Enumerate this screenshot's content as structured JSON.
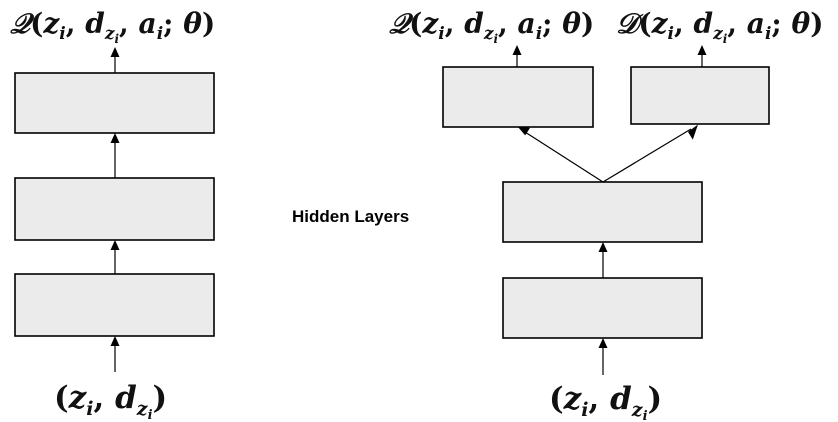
{
  "left_network": {
    "output": {
      "q_name": "𝒬",
      "z": "z",
      "z_sub": "i",
      "d": "d",
      "d_sub": "z",
      "d_sub_sub": "i",
      "a": "a",
      "a_sub": "i",
      "theta": "θ"
    },
    "input": {
      "z": "z",
      "z_sub": "i",
      "d": "d",
      "d_sub": "z",
      "d_sub_sub": "i"
    }
  },
  "center_label": "Hidden Layers",
  "right_network": {
    "output_q": {
      "q_name": "𝒬",
      "z": "z",
      "z_sub": "i",
      "d": "d",
      "d_sub": "z",
      "d_sub_sub": "i",
      "a": "a",
      "a_sub": "i",
      "theta": "θ"
    },
    "output_d": {
      "d_name": "𝒟",
      "z": "z",
      "z_sub": "i",
      "d": "d",
      "d_sub": "z",
      "d_sub_sub": "i",
      "a": "a",
      "a_sub": "i",
      "theta": "θ"
    },
    "input": {
      "z": "z",
      "z_sub": "i",
      "d": "d",
      "d_sub": "z",
      "d_sub_sub": "i"
    }
  },
  "colors": {
    "box_fill": "#ebebeb",
    "stroke": "#000000"
  }
}
